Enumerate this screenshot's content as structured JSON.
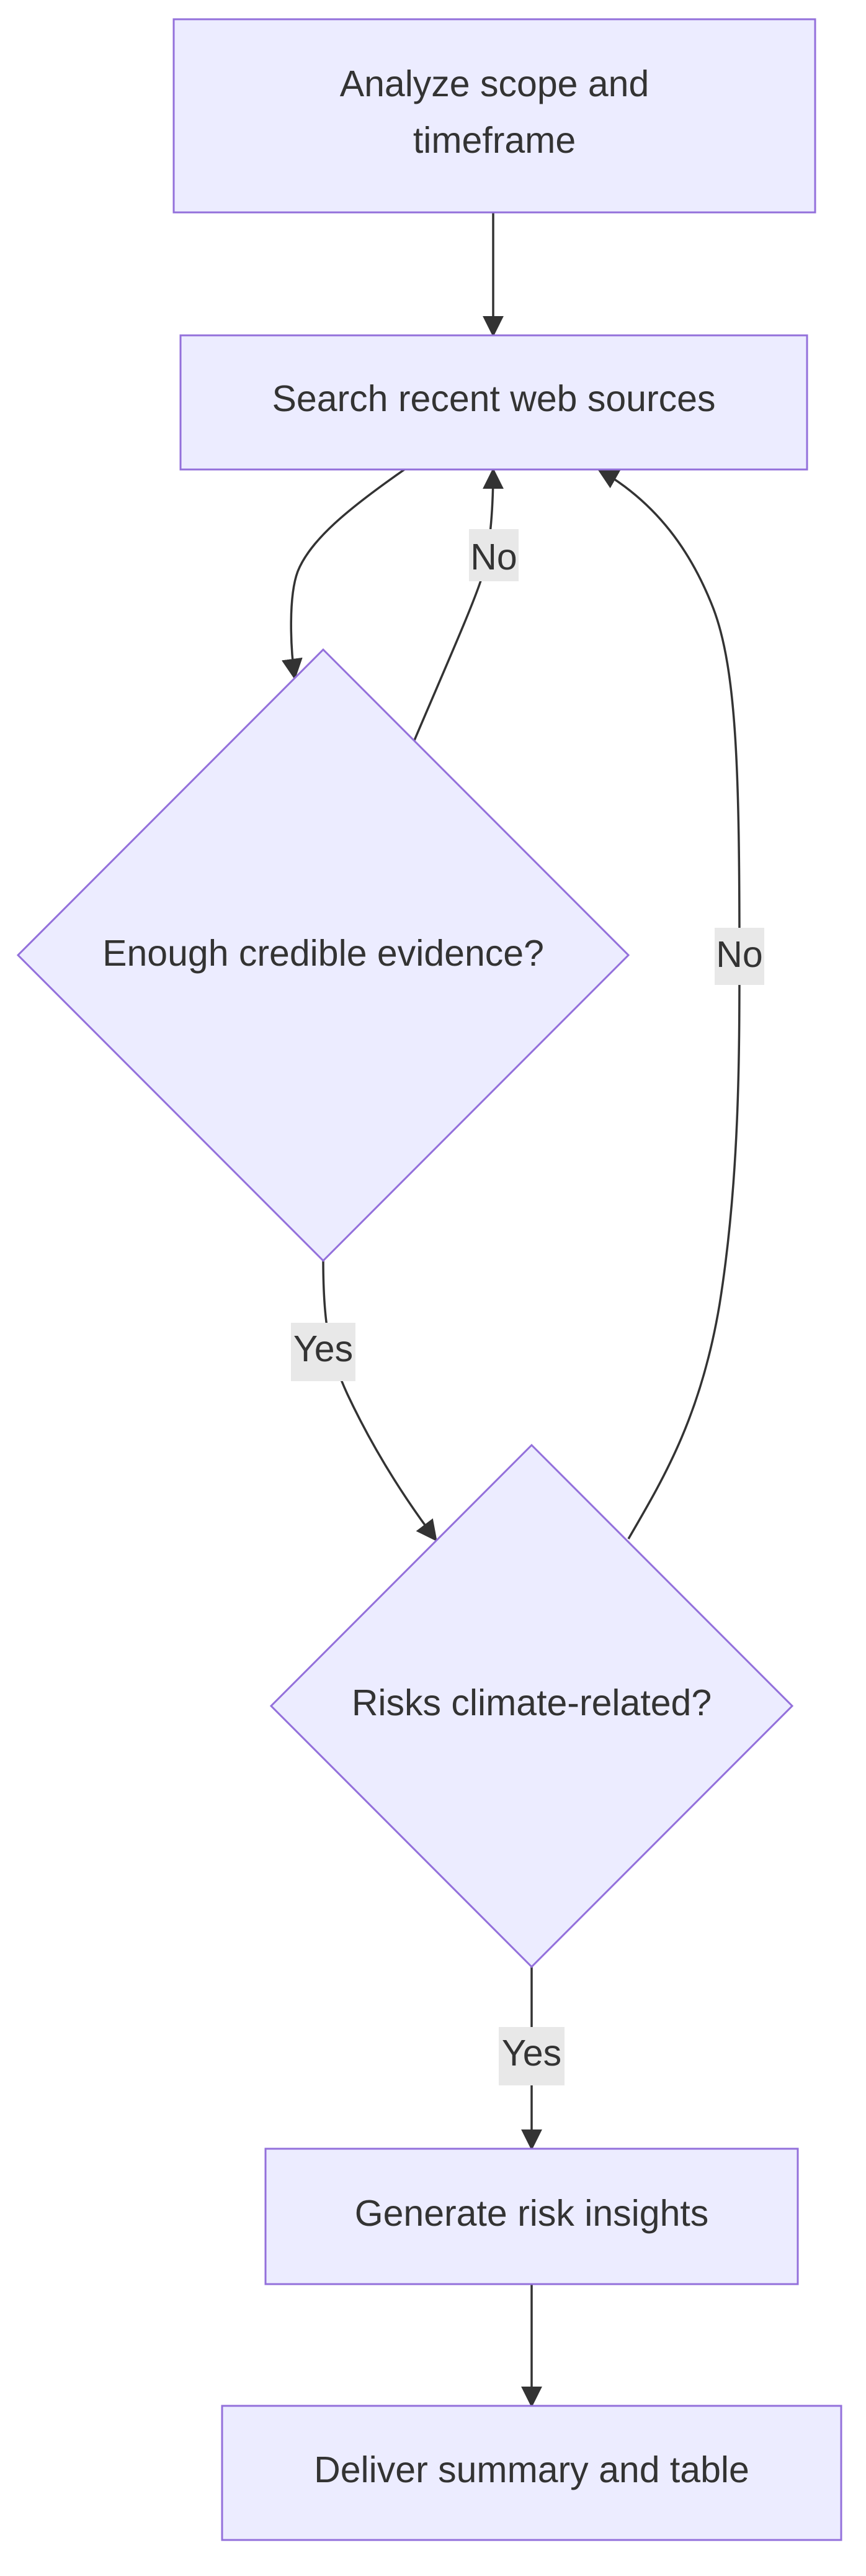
{
  "nodes": {
    "analyze": {
      "line1": "Analyze scope and",
      "line2": "timeframe"
    },
    "search": {
      "label": "Search recent web sources"
    },
    "evidence": {
      "label": "Enough credible evidence?"
    },
    "climate": {
      "label": "Risks climate-related?"
    },
    "insights": {
      "label": "Generate risk insights"
    },
    "deliver": {
      "label": "Deliver summary and table"
    }
  },
  "edges": {
    "evidence_no": "No",
    "evidence_yes": "Yes",
    "climate_no": "No",
    "climate_yes": "Yes"
  },
  "colors": {
    "node_fill": "#ececff",
    "node_stroke": "#9370db",
    "edge": "#333333",
    "label_bg": "#e8e8e8",
    "text": "#333333"
  }
}
